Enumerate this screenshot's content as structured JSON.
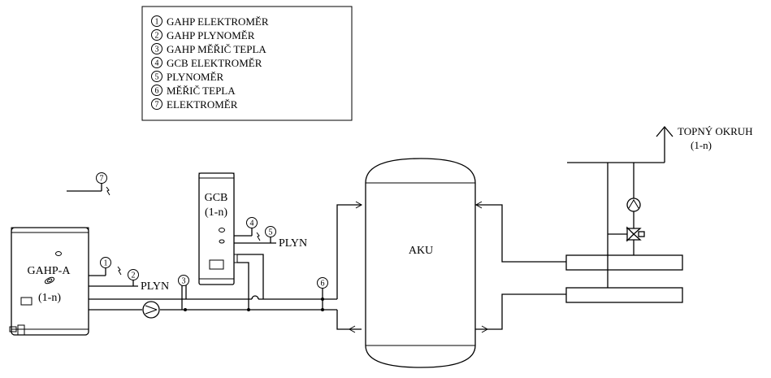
{
  "legend": {
    "items": [
      {
        "num": "1",
        "text": "GAHP ELEKTROMĚR"
      },
      {
        "num": "2",
        "text": "GAHP PLYNOMĚR"
      },
      {
        "num": "3",
        "text": "GAHP MĚŘIČ TEPLA"
      },
      {
        "num": "4",
        "text": "GCB ELEKTROMĚR"
      },
      {
        "num": "5",
        "text": "PLYNOMĚR"
      },
      {
        "num": "6",
        "text": "MĚŘIČ TEPLA"
      },
      {
        "num": "7",
        "text": "ELEKTROMĚR"
      }
    ]
  },
  "gahp": {
    "name": "GAHP-A",
    "count": "(1-n)"
  },
  "gcb": {
    "name": "GCB",
    "count": "(1-n)"
  },
  "tank": {
    "name": "AKU"
  },
  "heating": {
    "line1": "TOPNÝ OKRUH",
    "line2": "(1-n)"
  },
  "gas": {
    "label_gahp": "PLYN",
    "label_gcb": "PLYN"
  },
  "markers": {
    "m1": "1",
    "m2": "2",
    "m3": "3",
    "m4": "4",
    "m5": "5",
    "m6": "6",
    "m7": "7"
  },
  "colors": {
    "line": "#000000",
    "background": "#ffffff"
  }
}
